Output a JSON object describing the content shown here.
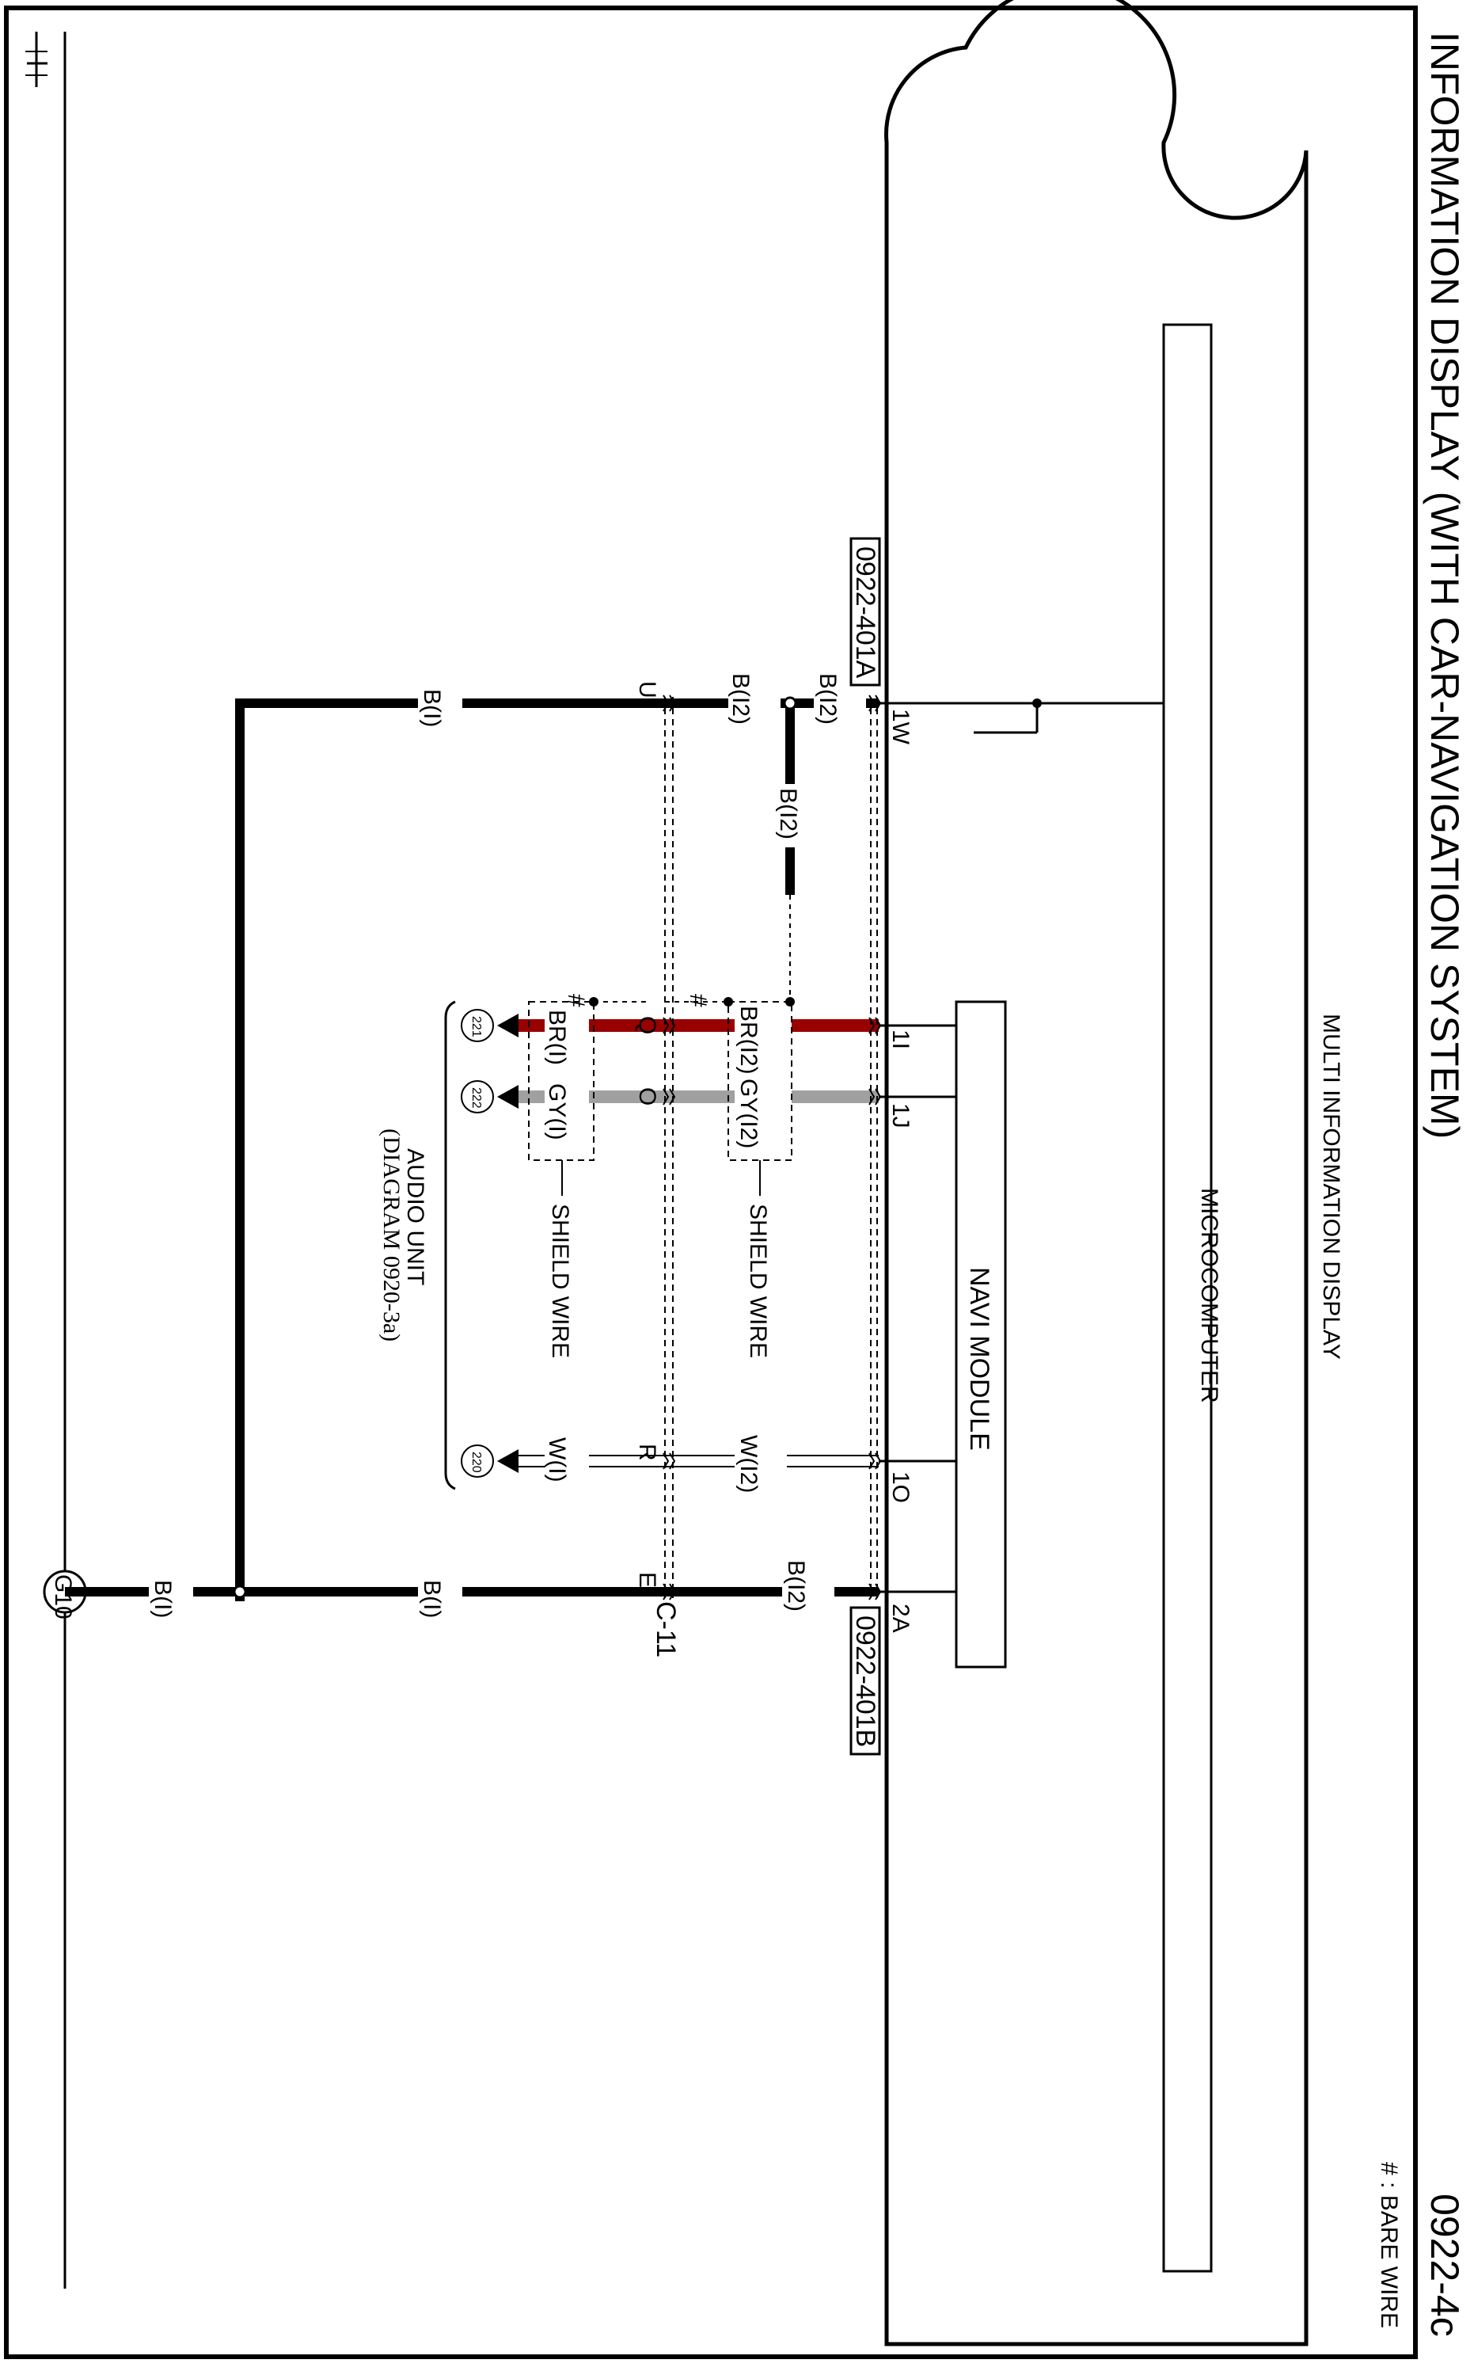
{
  "title": "INFORMATION DISPLAY (WITH CAR-NAVIGATION SYSTEM)",
  "page_number": "0922-4c",
  "legend": {
    "bare_wire": "# : BARE WIRE"
  },
  "units": {
    "multi_information_display": "MULTI INFORMATION DISPLAY",
    "microcomputer": "MICROCOMPUTER",
    "navi_module": "NAVI MODULE",
    "audio_unit": "AUDIO UNIT",
    "audio_unit_ref": "(DIAGRAM 0920-3a)"
  },
  "connectors": {
    "upper": "0922-401A",
    "lower": "0922-401B",
    "junction": "C-11",
    "ground": "G10"
  },
  "pins": {
    "w1": "1W",
    "i1": "1I",
    "j1": "1J",
    "o1": "1O",
    "a2": "2A"
  },
  "junction_pins": {
    "u": "U",
    "q": "Q",
    "o": "O",
    "r": "R",
    "e": "E"
  },
  "wires": {
    "b_i": "B(I)",
    "b_i2": "B(I2)",
    "br_i2": "BR(I2)",
    "gy_i2": "GY(I2)",
    "w_i2": "W(I2)",
    "br_i": "BR(I)",
    "gy_i": "GY(I)",
    "w_i": "W(I)"
  },
  "wire_colors": {
    "brown": "#990000",
    "gray": "#a0a0a0",
    "black": "#000000"
  },
  "shield_wire": "SHIELD WIRE",
  "bare_mark": "#",
  "terminals": {
    "t221": "221",
    "t222": "222",
    "t220": "220"
  }
}
